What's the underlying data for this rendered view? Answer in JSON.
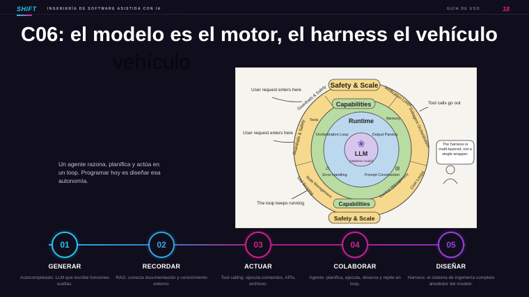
{
  "header": {
    "brand": "SHIFT",
    "subtitle": "INGENIERÍA DE SOFTWARE ASISTIDA CON IA",
    "guide": "GUÍA DE USO",
    "page_number": "18"
  },
  "title": {
    "text": "C06: el modelo es el motor, el harness el vehículo",
    "ghost": "vehículo"
  },
  "description": "Un agente razona, planifica y actúa en un loop. Programar hoy es diseñar esa autonomía.",
  "diagram": {
    "outer_ring_top": "Safety & Scale",
    "outer_ring_bottom": "Safety & Scale",
    "middle_ring_top": "Capabilities",
    "middle_ring_bottom": "Capabilities",
    "inner_ring": "Runtime",
    "core_title": "LLM",
    "core_sub": "(stateless model)",
    "outer_segments": {
      "guardrails_top": "Guardrails & Safety",
      "verification": "Verification Loops",
      "subagent": "Subagent Orchestration",
      "guardrails_left": "Guardrails & Safety",
      "tool_scoping": "Tool Scoping",
      "cron": "Cron Loops"
    },
    "middle_segments": {
      "tools": "Tools",
      "memory": "Memory",
      "state": "State Management",
      "context": "Context Management"
    },
    "inner_segments": {
      "orchestration": "Orchestration Loop",
      "output": "Output Parsing",
      "error": "Error Handling",
      "prompt": "Prompt Construction"
    },
    "annotations": {
      "user_request_top": "User request enters here",
      "user_request_left": "User request enters here",
      "tool_calls": "Tool calls go out",
      "loop": "The loop keeps running",
      "speech": "The harness is multi-layered, not a single wrapper."
    },
    "colors": {
      "outer": "#f6d98c",
      "middle": "#b9dca3",
      "inner": "#bcd8ee",
      "core": "#d6c6ee"
    }
  },
  "timeline": {
    "steps": [
      {
        "num": "01",
        "label": "GENERAR",
        "desc": "Autocompletado: LLM que escribe funciones sueltas.",
        "color": "#20c8f0"
      },
      {
        "num": "02",
        "label": "RECORDAR",
        "desc": "RAG: conecta documentación y conocimiento externo.",
        "color": "#2fa8e8"
      },
      {
        "num": "03",
        "label": "ACTUAR",
        "desc": "Tool calling: ejecuta comandos, APIs, archivos.",
        "color": "#d0208c"
      },
      {
        "num": "04",
        "label": "COLABORAR",
        "desc": "Agente: planifica, ejecuta, observa y repite en loop.",
        "color": "#c8209a"
      },
      {
        "num": "05",
        "label": "DISEÑAR",
        "desc": "Harness: el sistema de ingeniería completo alrededor del modelo.",
        "color": "#9a40e0"
      }
    ]
  }
}
